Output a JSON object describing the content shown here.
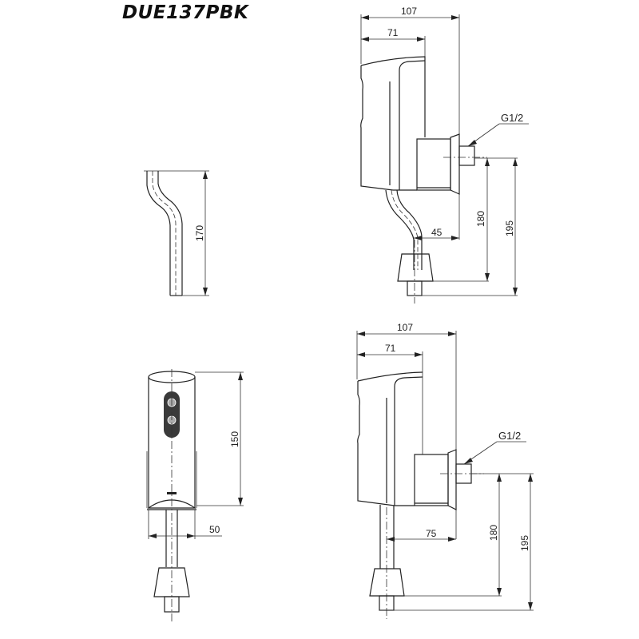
{
  "title": "DUE137PBK",
  "views": {
    "top_right": {
      "dims": {
        "overall_width": "107",
        "body_width": "71",
        "inlet_offset": "45",
        "height_to_nut": "180",
        "height_to_pipe_end": "195"
      },
      "thread_label": "G1/2"
    },
    "pipe_side": {
      "dims": {
        "pipe_height": "170"
      }
    },
    "front": {
      "dims": {
        "body_height": "150",
        "body_width": "50"
      }
    },
    "bottom_right": {
      "dims": {
        "overall_width": "107",
        "body_width": "71",
        "inlet_offset": "75",
        "height_to_nut": "180",
        "height_to_pipe_end": "195"
      },
      "thread_label": "G1/2"
    }
  }
}
